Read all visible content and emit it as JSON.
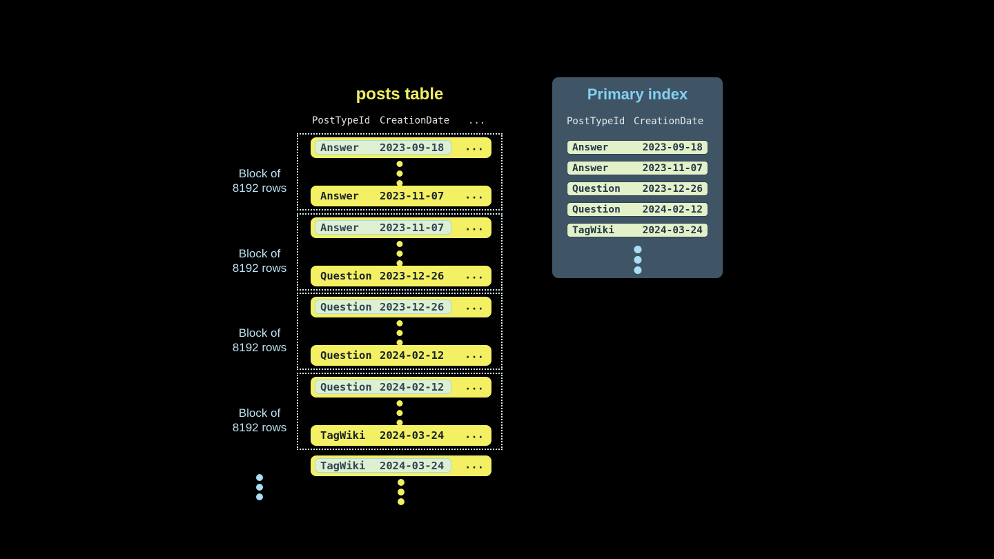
{
  "posts_table": {
    "title": "posts table",
    "headers": [
      "PostTypeId",
      "CreationDate",
      "..."
    ],
    "row_ellipsis": "...",
    "block_label": {
      "line1": "Block of",
      "line2": "8192 rows"
    },
    "blocks": [
      {
        "first": {
          "type": "Answer",
          "date": "2023-09-18"
        },
        "last": {
          "type": "Answer",
          "date": "2023-11-07"
        }
      },
      {
        "first": {
          "type": "Answer",
          "date": "2023-11-07"
        },
        "last": {
          "type": "Question",
          "date": "2023-12-26"
        }
      },
      {
        "first": {
          "type": "Question",
          "date": "2023-12-26"
        },
        "last": {
          "type": "Question",
          "date": "2024-02-12"
        }
      },
      {
        "first": {
          "type": "Question",
          "date": "2024-02-12"
        },
        "last": {
          "type": "TagWiki",
          "date": "2024-03-24"
        }
      }
    ],
    "overflow_row": {
      "type": "TagWiki",
      "date": "2024-03-24"
    }
  },
  "primary_index": {
    "title": "Primary index",
    "headers": [
      "PostTypeId",
      "CreationDate"
    ],
    "rows": [
      {
        "type": "Answer",
        "date": "2023-09-18"
      },
      {
        "type": "Answer",
        "date": "2023-11-07"
      },
      {
        "type": "Question",
        "date": "2023-12-26"
      },
      {
        "type": "Question",
        "date": "2024-02-12"
      },
      {
        "type": "TagWiki",
        "date": "2024-03-24"
      }
    ]
  },
  "colors": {
    "background": "#000000",
    "row_yellow": "#f4f063",
    "title_yellow": "#f2ef63",
    "highlight_green": "#dff0d2",
    "highlight_border_blue": "#a3d9ea",
    "dotted_border": "#d6ecf7",
    "label_blue": "#b9e0f1",
    "panel_bg": "#3f5565",
    "panel_title_blue": "#83d0f1",
    "index_row_green": "#e3f1c8",
    "dot_blue": "#a9def4",
    "dark_text": "#1b2228"
  }
}
